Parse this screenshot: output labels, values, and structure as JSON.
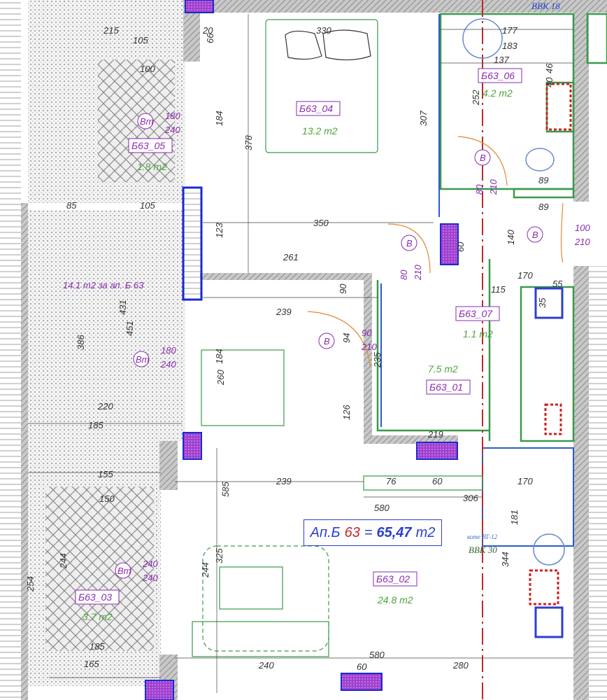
{
  "apartment": {
    "prefix": "Ап.Б",
    "number": "63",
    "equals": "=",
    "area": "65,47",
    "unit": "m2"
  },
  "rooms": [
    {
      "id": "Б63_04",
      "area": "13.2 m2"
    },
    {
      "id": "Б63_05",
      "area": "1.8 m2"
    },
    {
      "id": "Б63_06",
      "area": "4.2 m2"
    },
    {
      "id": "Б63_07",
      "area": "1.1 m2"
    },
    {
      "id": "Б63_01",
      "area": "7.5 m2"
    },
    {
      "id": "Б63_02",
      "area": "24.8 m2"
    },
    {
      "id": "Б63_03",
      "area": "3.7 m2"
    }
  ],
  "terrace_note": "14.1 m2 за ап. Б 63",
  "risers": [
    "BBK 18",
    "BBK 30",
    "коте ВТ-12"
  ],
  "door_marks": [
    "В",
    "В",
    "В",
    "В",
    "Вт",
    "Вт",
    "Вт"
  ],
  "door_sizes": [
    "180",
    "240",
    "180",
    "240",
    "240",
    "240",
    "90",
    "210",
    "80",
    "210",
    "80",
    "210",
    "100",
    "210"
  ],
  "dimensions": [
    "330",
    "66",
    "20",
    "177",
    "183",
    "137",
    "46",
    "40",
    "378",
    "184",
    "307",
    "252",
    "350",
    "123",
    "261",
    "239",
    "89",
    "89",
    "170",
    "115",
    "55",
    "35",
    "219",
    "126",
    "260",
    "184",
    "235",
    "94",
    "580",
    "306",
    "239",
    "585",
    "325",
    "244",
    "240",
    "580",
    "60",
    "280",
    "344",
    "181",
    "76",
    "60",
    "150",
    "155",
    "185",
    "220",
    "451",
    "431",
    "386",
    "215",
    "105",
    "100",
    "85",
    "105",
    "254",
    "244",
    "165",
    "185",
    "170",
    "140",
    "60",
    "90"
  ],
  "colors": {
    "wall": "#9a9a9a",
    "green": "#3a9a4a",
    "blue": "#2a3fd0",
    "purple": "#8a2bb0",
    "red": "#c0282a"
  }
}
